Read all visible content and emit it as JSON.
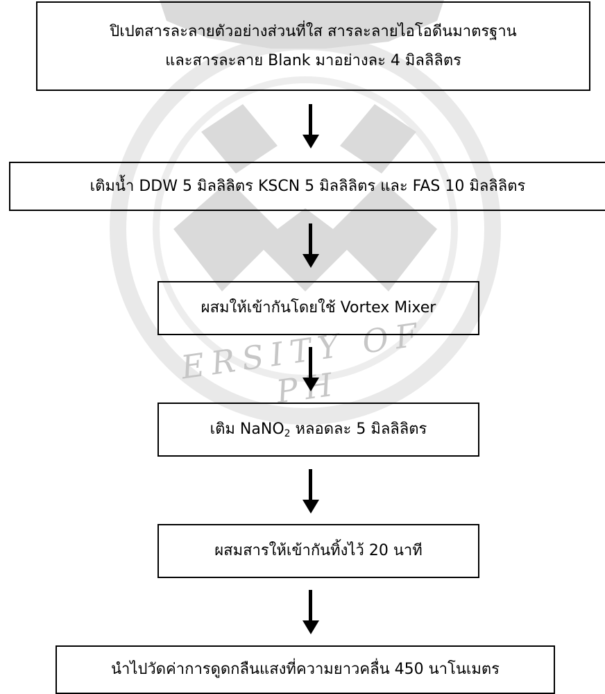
{
  "steps": [
    {
      "lines": [
        "ปิเปตสารละลายตัวอย่างส่วนที่ใส สารละลายไอโอดีนมาตรฐาน",
        "และสารละลาย Blank มาอย่างละ 4 มิลลิลิตร"
      ]
    },
    {
      "text": "เติมน้ำ DDW 5 มิลลิลิตร KSCN 5 มิลลิลิตร และ FAS 10 มิลลิลิตร"
    },
    {
      "text": "ผสมให้เข้ากันโดยใช้ Vortex Mixer"
    },
    {
      "prefix": "เติม NaNO",
      "sub": "2",
      "suffix": " หลอดละ 5 มิลลิลิตร"
    },
    {
      "text": "ผสมสารให้เข้ากันทิ้งไว้ 20 นาที"
    },
    {
      "text": "นำไปวัดค่าการดูดกลืนแสงที่ความยาวคลื่น 450 นาโนเมตร"
    }
  ],
  "watermark_text": "ERSITY OF PH",
  "colors": {
    "line": "#000000",
    "watermark": "#bdbdbd"
  }
}
